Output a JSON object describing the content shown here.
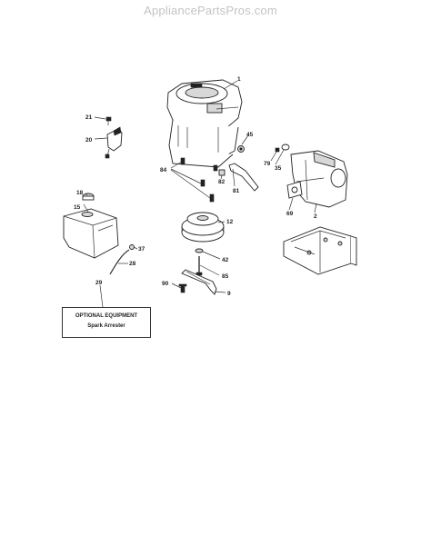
{
  "watermark": "AppliancePartsPros.com",
  "optional_box": {
    "title": "OPTIONAL EQUIPMENT",
    "subtitle": "Spark Arrester"
  },
  "callouts": {
    "c1": "1",
    "c21": "21",
    "c20": "20",
    "c45": "45",
    "c79": "79",
    "c35": "35",
    "c84": "84",
    "c82": "82",
    "c81": "81",
    "c18": "18",
    "c15": "15",
    "c12": "12",
    "c69": "69",
    "c2": "2",
    "c37": "37",
    "c28": "28",
    "c42": "42",
    "c85": "85",
    "c90": "90",
    "c9": "9",
    "c29": "29"
  }
}
